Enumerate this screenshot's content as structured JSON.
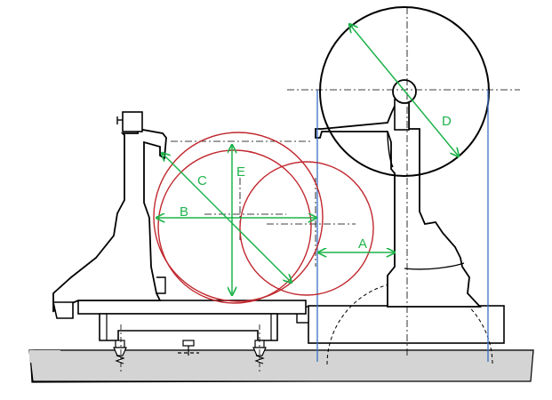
{
  "labels": {
    "A": "A",
    "B": "B",
    "C": "C",
    "D": "D",
    "E": "E"
  },
  "colors": {
    "outline": "#000000",
    "dimension": "#1db34a",
    "circle": "#c0282e",
    "guide": "#3a6fc4",
    "base_fill": "#d4d4d4",
    "background": "#ffffff"
  }
}
